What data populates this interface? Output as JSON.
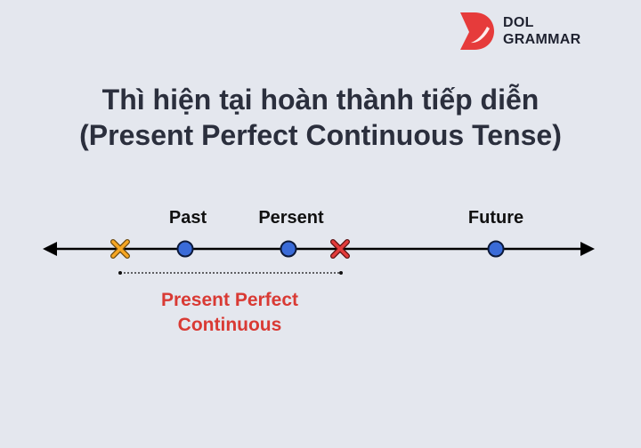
{
  "brand": {
    "line1": "DOL",
    "line2": "GRAMMAR",
    "logo_color": "#e63b3b"
  },
  "title": {
    "line1": "Thì hiện tại hoàn thành tiếp diễn",
    "line2": "(Present Perfect Continuous Tense)"
  },
  "timeline": {
    "labels": {
      "past": "Past",
      "present": "Persent",
      "future": "Future"
    },
    "span_label": {
      "line1": "Present Perfect",
      "line2": "Continuous"
    },
    "colors": {
      "point": "#3a6bd8",
      "start_mark": "#f6a623",
      "end_mark": "#e23b3b",
      "span_label": "#d93a34"
    }
  }
}
